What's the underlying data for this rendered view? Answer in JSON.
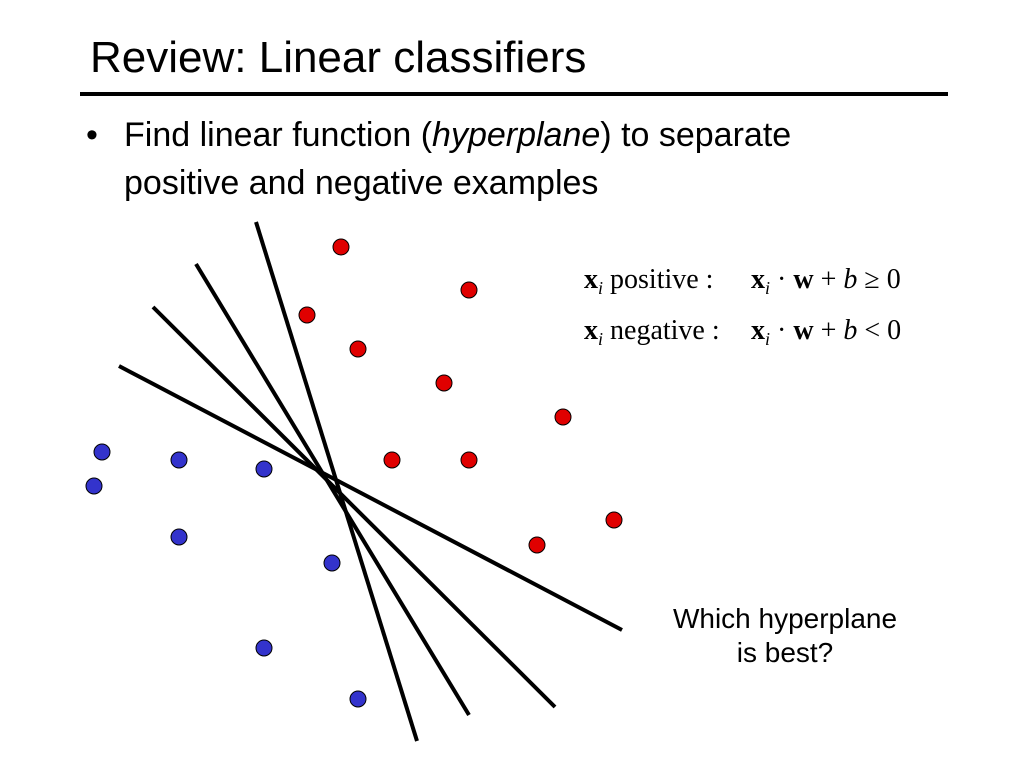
{
  "slide": {
    "title": "Review: Linear classifiers",
    "bullet_symbol": "•",
    "bullet_line1_before": "Find linear function (",
    "bullet_line1_italic": "hyperplane",
    "bullet_line1_after": ") to separate",
    "bullet_line2": "positive and negative examples",
    "equations": [
      {
        "var": "x",
        "sub": "i",
        "label": "positive :",
        "lhs_var": "x",
        "lhs_sub": "i",
        "dot": "·",
        "w": "w",
        "plus": "+",
        "b": "b",
        "relation": "≥ 0"
      },
      {
        "var": "x",
        "sub": "i",
        "label": "negative :",
        "lhs_var": "x",
        "lhs_sub": "i",
        "dot": "·",
        "w": "w",
        "plus": "+",
        "b": "b",
        "relation": "< 0"
      }
    ],
    "question_line1": "Which hyperplane",
    "question_line2": "is best?"
  },
  "colors": {
    "positive": "#e00000",
    "negative": "#3333cc",
    "line": "#000000"
  }
}
